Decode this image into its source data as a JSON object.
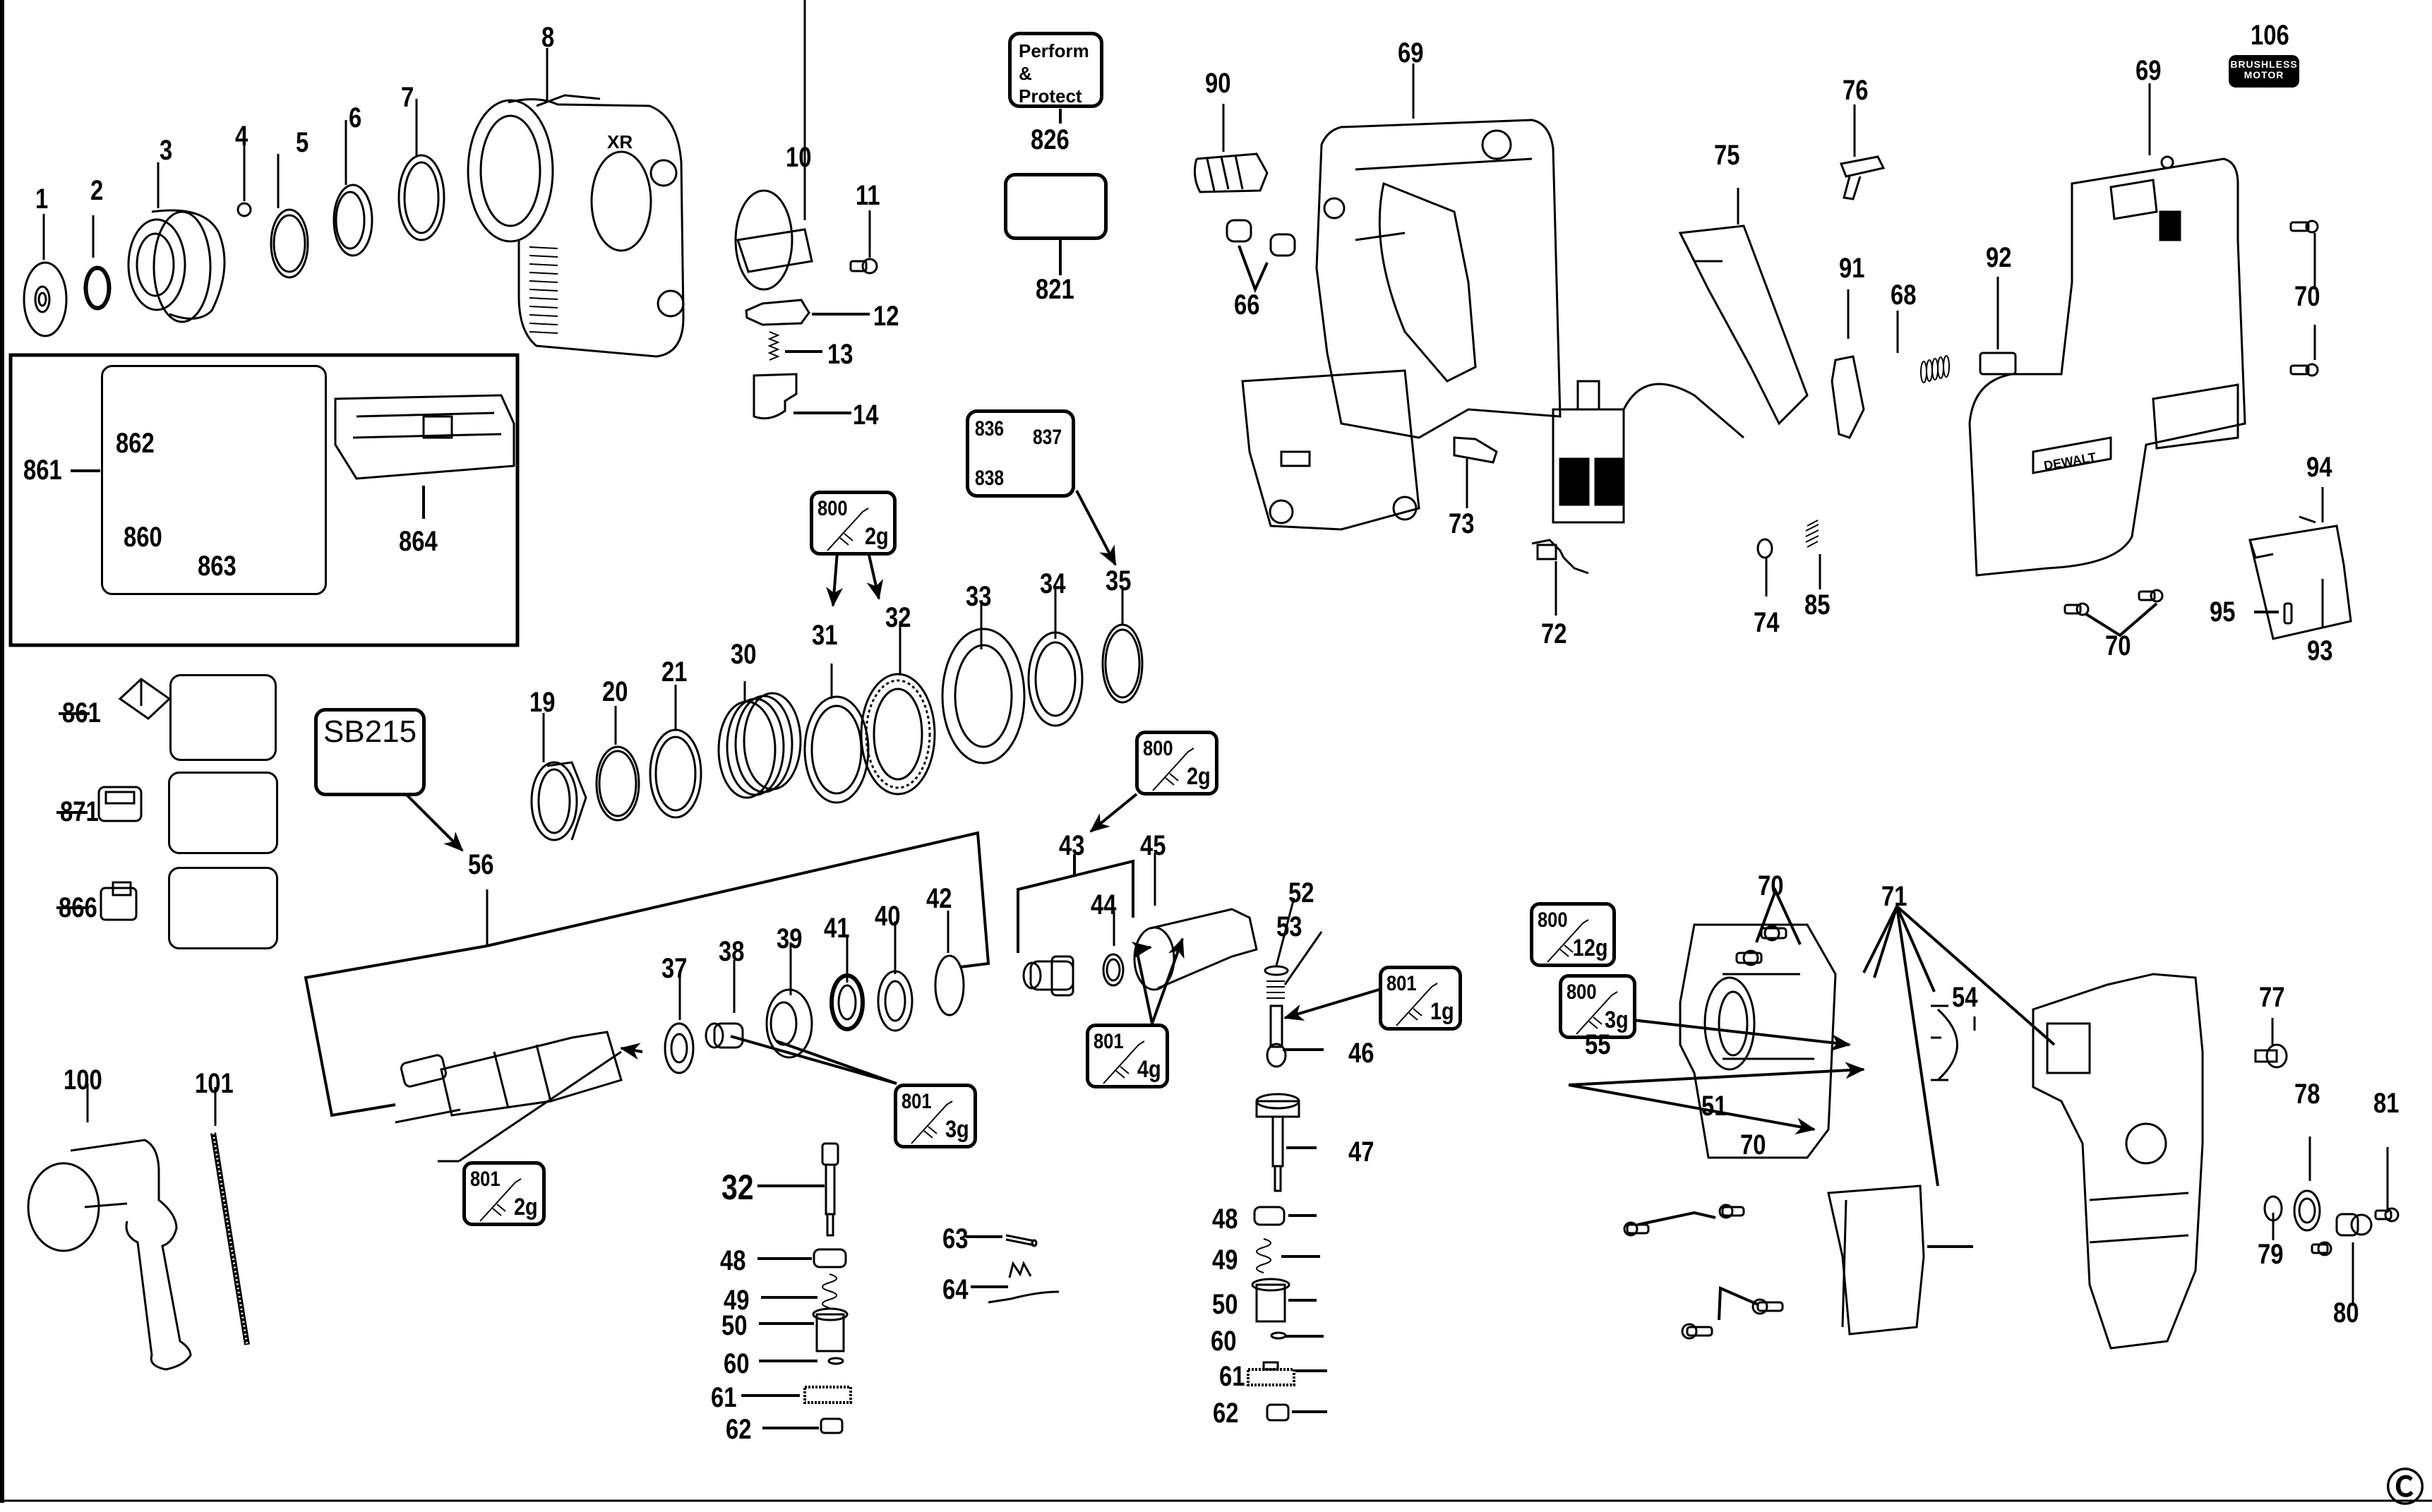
{
  "diagram": {
    "type": "exploded-parts-diagram",
    "subject": "Cordless rotary hammer (brushless)",
    "copyright_symbol": "C"
  },
  "labels": {
    "p1": "1",
    "p2": "2",
    "p3": "3",
    "p4": "4",
    "p5": "5",
    "p6": "6",
    "p7": "7",
    "p8": "8",
    "p10": "10",
    "p11": "11",
    "p12": "12",
    "p13": "13",
    "p14": "14",
    "p19": "19",
    "p20": "20",
    "p21": "21",
    "p30": "30",
    "p31": "31",
    "p32a": "32",
    "p33": "33",
    "p34": "34",
    "p35": "35",
    "p37": "37",
    "p38": "38",
    "p39": "39",
    "p40": "40",
    "p41": "41",
    "p42": "42",
    "p43": "43",
    "p44": "44",
    "p45": "45",
    "p46": "46",
    "p47": "47",
    "p48a": "48",
    "p49a": "49",
    "p50a": "50",
    "p60a": "60",
    "p61a": "61",
    "p62a": "62",
    "p32b": "32",
    "p48b": "48",
    "p49b": "49",
    "p50b": "50",
    "p60b": "60",
    "p61b": "61",
    "p62b": "62",
    "p51": "51",
    "p52": "52",
    "p53": "53",
    "p54": "54",
    "p55": "55",
    "p56": "56",
    "p63": "63",
    "p64": "64",
    "p66": "66",
    "p68": "68",
    "p69a": "69",
    "p69b": "69",
    "p70a": "70",
    "p70b": "70",
    "p70c": "70",
    "p70d": "70",
    "p71": "71",
    "p72": "72",
    "p73": "73",
    "p74": "74",
    "p75": "75",
    "p76": "76",
    "p77": "77",
    "p78": "78",
    "p79": "79",
    "p80": "80",
    "p81": "81",
    "p85": "85",
    "p90": "90",
    "p91": "91",
    "p92": "92",
    "p93": "93",
    "p94": "94",
    "p95": "95",
    "p100": "100",
    "p101": "101",
    "p106": "106",
    "p821": "821",
    "p826": "826",
    "p860": "860",
    "p861a": "861",
    "p861b": "861",
    "p862": "862",
    "p863": "863",
    "p864": "864",
    "p866": "866",
    "p871": "871"
  },
  "kit_box": {
    "sb_code": "SB215",
    "brush_set": [
      "836",
      "837",
      "838"
    ]
  },
  "sticker": {
    "line1": "Perform",
    "line2": "&",
    "line3": "Protect"
  },
  "brushless_badge": {
    "line1": "BRUSHLESS",
    "line2": "MOTOR"
  },
  "grease_callouts": [
    {
      "id": "g1",
      "code": "800",
      "qty": "2g",
      "targets": [
        "31",
        "32"
      ]
    },
    {
      "id": "g2",
      "code": "800",
      "qty": "2g",
      "targets": [
        "43"
      ]
    },
    {
      "id": "g3",
      "code": "801",
      "qty": "3g",
      "targets": [
        "38",
        "39"
      ]
    },
    {
      "id": "g4",
      "code": "801",
      "qty": "2g",
      "targets": [
        "56"
      ]
    },
    {
      "id": "g5",
      "code": "801",
      "qty": "4g",
      "targets": [
        "45"
      ]
    },
    {
      "id": "g6",
      "code": "801",
      "qty": "1g",
      "targets": [
        "46"
      ]
    },
    {
      "id": "g7",
      "code": "800",
      "qty": "12g",
      "targets": [
        "71"
      ]
    },
    {
      "id": "g8",
      "code": "800",
      "qty": "3g",
      "targets": [
        "71"
      ]
    }
  ]
}
